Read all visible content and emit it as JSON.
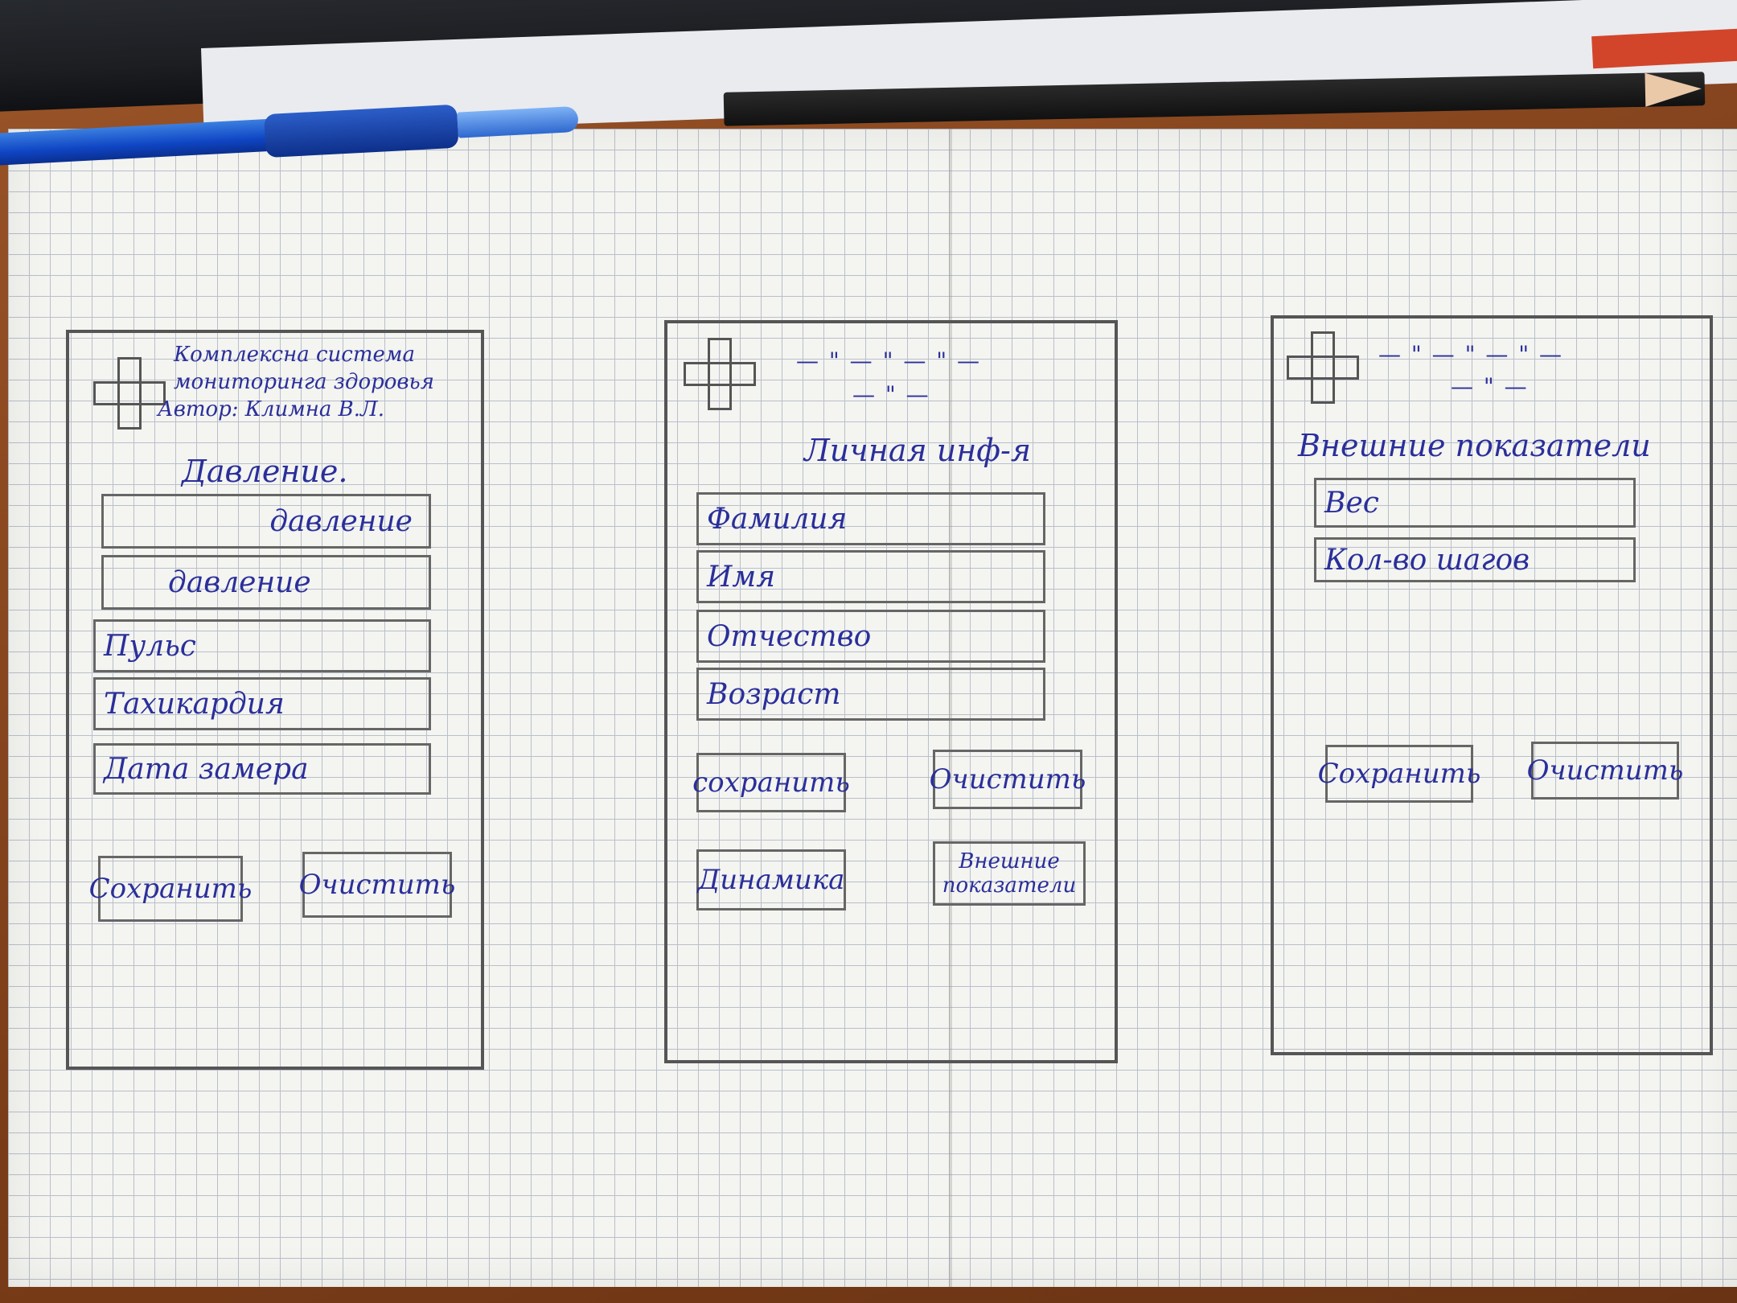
{
  "screens": [
    {
      "header_lines": [
        "Комплексна система",
        "мониторинга здоровья",
        "Автор: Климна В.Л."
      ],
      "title": "Давление.",
      "fields": [
        "давление",
        "давление",
        "Пульс",
        "Тахикардия",
        "Дата замера"
      ],
      "buttons": [
        "Сохранить",
        "Очистить"
      ]
    },
    {
      "header_lines": [
        "— \" — \" — \" —",
        "— \" —"
      ],
      "title": "Личная инф-я",
      "fields": [
        "Фамилия",
        "Имя",
        "Отчество",
        "Возраст"
      ],
      "buttons": [
        "сохранить",
        "Очистить",
        "Динамика",
        "Внешние показатели"
      ]
    },
    {
      "header_lines": [
        "— \" — \" — \" —",
        "— \" —"
      ],
      "title": "Внешние показатели",
      "fields": [
        "Вес",
        "Кол-во шагов"
      ],
      "buttons": [
        "Сохранить",
        "Очистить"
      ]
    }
  ],
  "icons": {
    "logo": "medical-cross-icon"
  },
  "colors": {
    "ink": "#2a2f9a",
    "pencil": "#555555",
    "paper": "#f4f4f1",
    "grid": "#b9c0c9"
  }
}
